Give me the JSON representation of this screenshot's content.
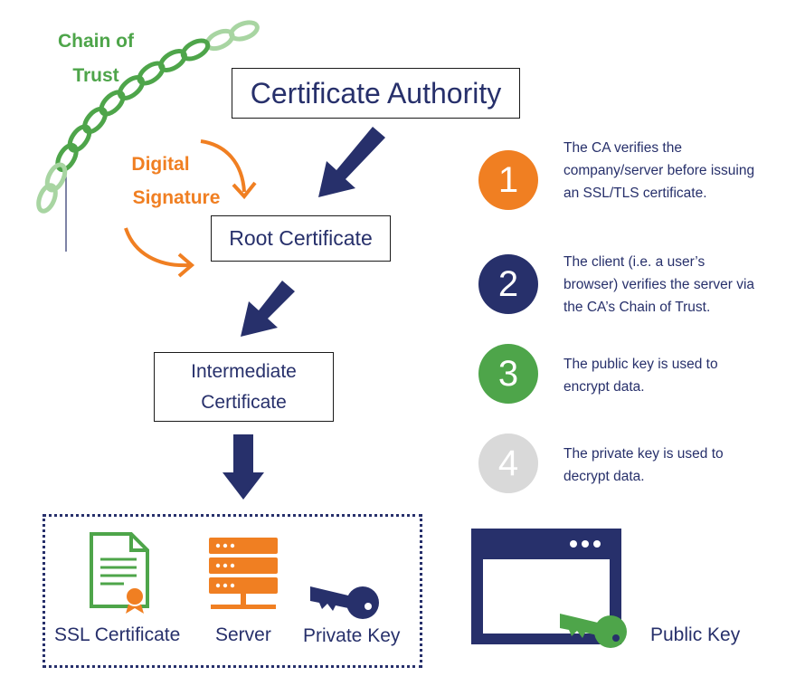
{
  "chain": {
    "label_line1": "Chain of",
    "label_line2": "Trust"
  },
  "signature": {
    "label_line1": "Digital",
    "label_line2": "Signature"
  },
  "boxes": {
    "certificate_authority": "Certificate Authority",
    "root_certificate": "Root Certificate",
    "intermediate_line1": "Intermediate",
    "intermediate_line2": "Certificate"
  },
  "steps": [
    {
      "number": "1",
      "text": "The CA verifies the company/server before issuing an SSL/TLS certificate.",
      "color": "#f07f22"
    },
    {
      "number": "2",
      "text": "The client (i.e. a user’s browser) verifies the server via the CA’s Chain of Trust.",
      "color": "#27306b"
    },
    {
      "number": "3",
      "text": "The public key is used to encrypt data.",
      "color": "#4ea54a"
    },
    {
      "number": "4",
      "text": "The private key is used to decrypt data.",
      "color": "#d9d9d9"
    }
  ],
  "bottom": {
    "ssl_certificate": "SSL Certificate",
    "server": "Server",
    "private_key": "Private Key",
    "public_key": "Public Key"
  },
  "colors": {
    "navy": "#27306b",
    "orange": "#f07f22",
    "green": "#4ea54a",
    "light_green": "#a8d5a2",
    "gray": "#d9d9d9"
  },
  "icons": [
    "chain-icon",
    "ssl-certificate-icon",
    "server-icon",
    "private-key-icon",
    "browser-window-icon",
    "public-key-icon"
  ]
}
